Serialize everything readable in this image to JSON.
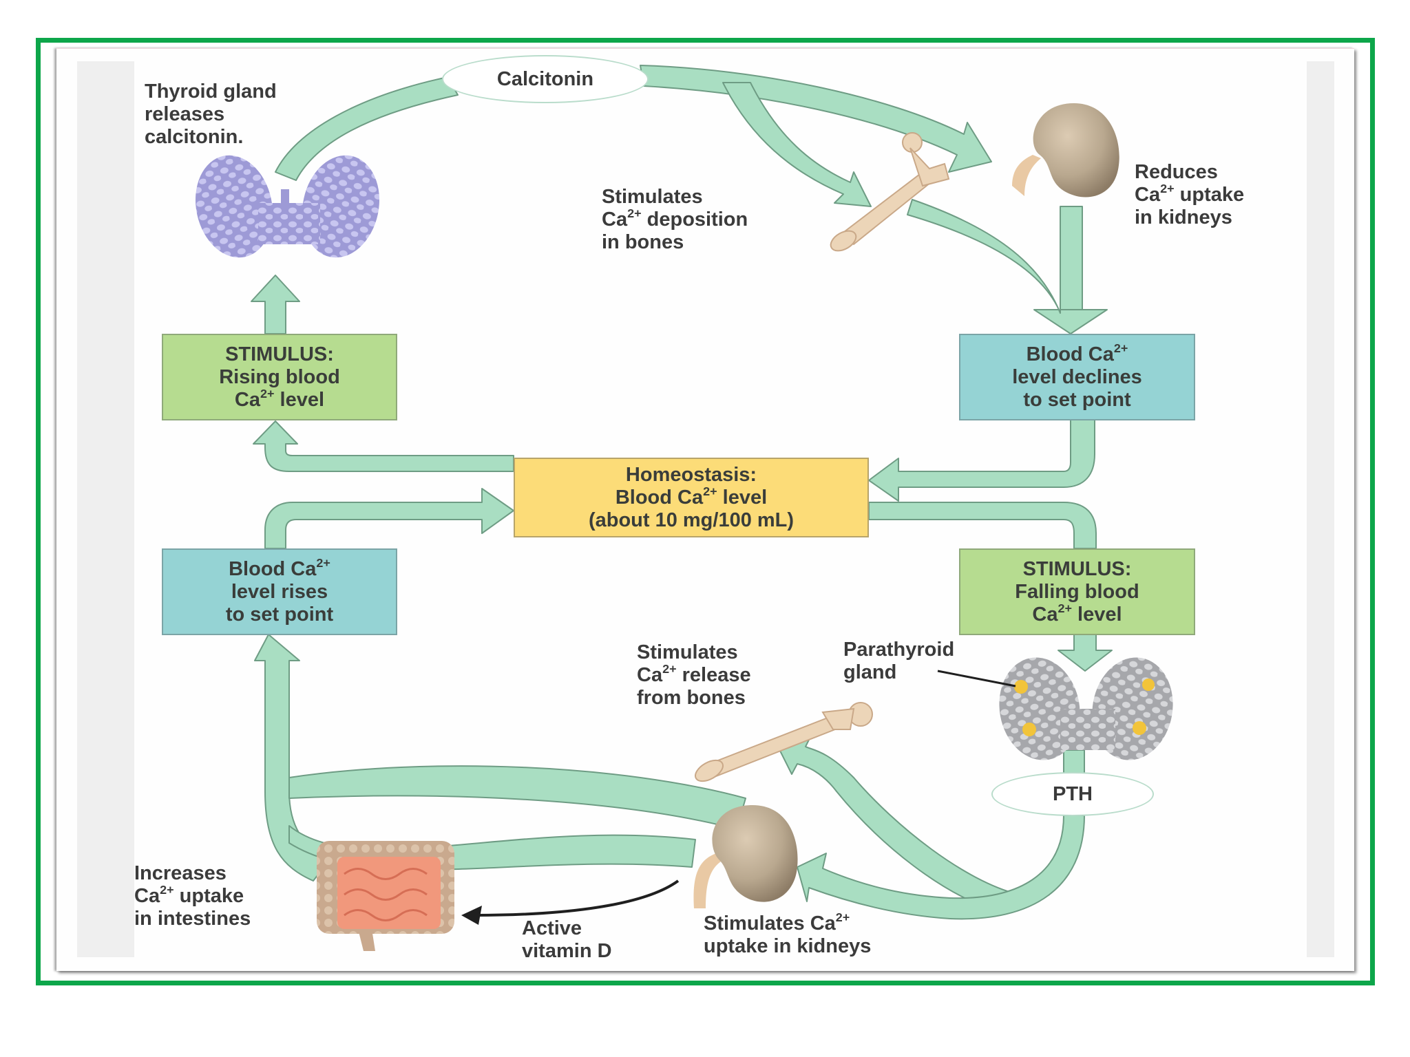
{
  "colors": {
    "outer_border": "#0DA64A",
    "arrow_fill": "#A9DEC2",
    "arrow_stroke": "#6E9C84",
    "stimulus_box": "#B6DC90",
    "result_box": "#95D3D4",
    "homeostasis_box": "#FCDC78",
    "text": "#3B3B3B"
  },
  "hormones": {
    "calcitonin": "Calcitonin",
    "pth": "PTH"
  },
  "top_loop": {
    "thyroid_label": [
      "Thyroid gland",
      "releases",
      "calcitonin."
    ],
    "bone_label": {
      "line1": "Stimulates",
      "line2_prefix": "Ca",
      "line2_sup": "2+",
      "line2_suffix": " deposition",
      "line3": "in bones"
    },
    "kidney_label": {
      "line1": "Reduces",
      "line2_prefix": "Ca",
      "line2_sup": "2+",
      "line2_suffix": " uptake",
      "line3": "in kidneys"
    }
  },
  "boxes": {
    "rising_stimulus": {
      "line1": "STIMULUS:",
      "line2": "Rising blood",
      "line3_prefix": "Ca",
      "line3_sup": "2+",
      "line3_suffix": " level"
    },
    "declines": {
      "line1_prefix": "Blood Ca",
      "line1_sup": "2+",
      "line2": "level declines",
      "line3": "to set point"
    },
    "homeostasis": {
      "line1": "Homeostasis:",
      "line2_prefix": "Blood Ca",
      "line2_sup": "2+",
      "line2_suffix": " level",
      "line3": "(about 10 mg/100 mL)"
    },
    "rises": {
      "line1_prefix": "Blood Ca",
      "line1_sup": "2+",
      "line2": "level rises",
      "line3": "to set point"
    },
    "falling_stimulus": {
      "line1": "STIMULUS:",
      "line2": "Falling blood",
      "line3_prefix": "Ca",
      "line3_sup": "2+",
      "line3_suffix": " level"
    }
  },
  "bottom_loop": {
    "bone_label": {
      "line1": "Stimulates",
      "line2_prefix": "Ca",
      "line2_sup": "2+",
      "line2_suffix": " release",
      "line3": "from bones"
    },
    "parathyroid_label": [
      "Parathyroid",
      "gland"
    ],
    "intestine_label": {
      "line1": "Increases",
      "line2_prefix": "Ca",
      "line2_sup": "2+",
      "line2_suffix": " uptake",
      "line3": "in intestines"
    },
    "vitamin_label": [
      "Active",
      "vitamin D"
    ],
    "kidney_label": {
      "line1_prefix": "Stimulates Ca",
      "line1_sup": "2+",
      "line2": "uptake in kidneys"
    }
  }
}
